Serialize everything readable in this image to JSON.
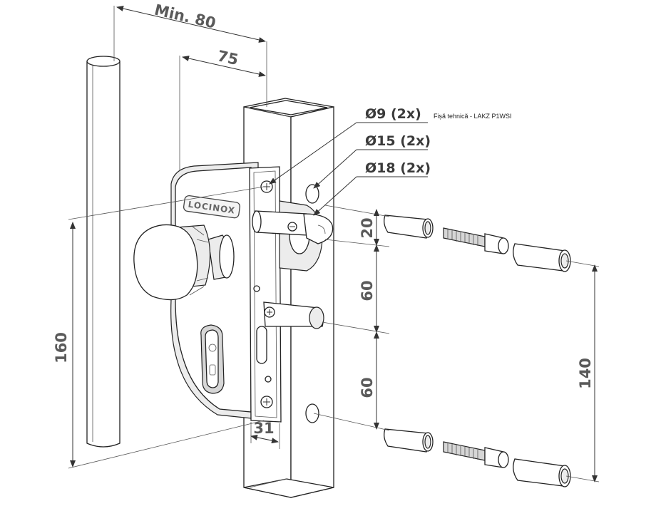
{
  "caption": "Fișă tehnică - LAKZ P1WSI",
  "brand_label": "LOCINOX",
  "callouts": {
    "hole_9": "Ø9 (2x)",
    "hole_15": "Ø15 (2x)",
    "hole_18": "Ø18 (2x)"
  },
  "dimensions": {
    "min_80": "Min. 80",
    "d75": "75",
    "d160": "160",
    "d20": "20",
    "d60_upper": "60",
    "d60_lower": "60",
    "d140": "140",
    "d31": "31"
  }
}
